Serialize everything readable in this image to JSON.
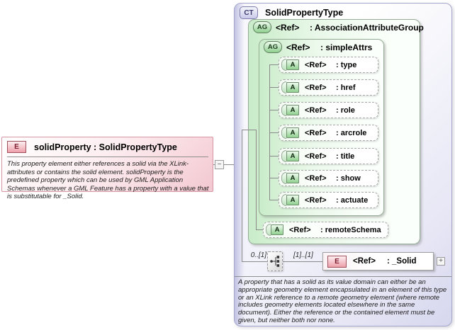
{
  "element_box": {
    "icon": "E",
    "title": "solidProperty : SolidPropertyType",
    "annotation": "This property element either references a solid via the XLink-attributes or contains the solid element. solidProperty is the predefined property which can be used by GML Application Schemas whenever a GML Feature has a property with a value that is substitutable for _Solid.",
    "collapse_glyph": "−"
  },
  "complex_type_box": {
    "icon": "CT",
    "title": "SolidPropertyType",
    "annotation": "A property that has a solid as its value domain can either be an appropriate geometry element encapsulated in an element of this type or an XLink reference to a remote geometry element (where remote includes geometry elements located elsewhere in the same document). Either the reference or the contained element must be given, but neither both nor none.",
    "association_attribute_group": {
      "icon": "AG",
      "ref": "<Ref>",
      "label": ": AssociationAttributeGroup",
      "simple_attrs": {
        "icon": "AG",
        "ref": "<Ref>",
        "label": ": simpleAttrs",
        "attributes": [
          {
            "icon": "A",
            "ref": "<Ref>",
            "label": ": type"
          },
          {
            "icon": "A",
            "ref": "<Ref>",
            "label": ": href"
          },
          {
            "icon": "A",
            "ref": "<Ref>",
            "label": ": role"
          },
          {
            "icon": "A",
            "ref": "<Ref>",
            "label": ": arcrole"
          },
          {
            "icon": "A",
            "ref": "<Ref>",
            "label": ": title"
          },
          {
            "icon": "A",
            "ref": "<Ref>",
            "label": ": show"
          },
          {
            "icon": "A",
            "ref": "<Ref>",
            "label": ": actuate"
          }
        ]
      },
      "remote_schema": {
        "icon": "A",
        "ref": "<Ref>",
        "label": ": remoteSchema"
      }
    },
    "content_model": {
      "left_cardinality": "0..[1]",
      "right_cardinality": "[1]..[1]",
      "solid_element": {
        "icon": "E",
        "ref": "<Ref>",
        "label": ": _Solid",
        "expand_glyph": "+"
      }
    }
  },
  "colors": {
    "element_pink_border": "#d695a1",
    "element_pink_fill": "#f3c8d0",
    "type_lavender_border": "#a6a6cc",
    "group_green_fill": "#c9ecc9",
    "connector_gray": "#8a8a8a"
  }
}
